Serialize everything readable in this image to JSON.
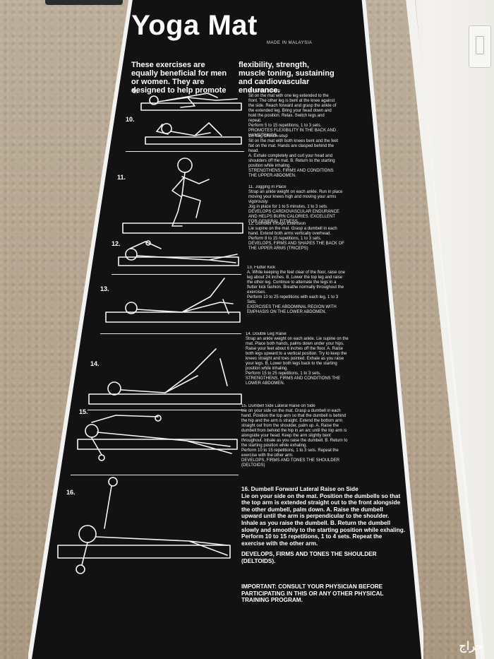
{
  "mat": {
    "title": "Yoga Mat",
    "made_in": "MADE IN MALAYSIA",
    "intro": "These exercises are equally beneficial for men or women. They are designed to help promote flexibility, strength, muscle toning, sustaining and cardiovascular endurance."
  },
  "exercises": [
    {
      "num": "9.",
      "heading": "9. Hurdle Stretch",
      "body": "Sit on the mat with one leg extended to the front. The other leg is bent at the knee against the side. Reach forward and grasp the ankle of the extended leg. Bring your head down and hold the position. Relax. Switch legs and repeat.",
      "reps": "Perform 5 to 15 repetitions, 1 to 3 sets.",
      "develops": "PROMOTES FLEXIBILITY IN THE BACK AND HAMSTRINGS."
    },
    {
      "num": "10.",
      "heading": "10. Leg Crunch-situp",
      "body": "Sit on the mat with both knees bent and the feet flat on the mat. Hands are clasped behind the head.",
      "reps": "A. Exhale completely and curl your head and shoulders off the mat. B. Return to the starting position while inhaling.",
      "develops": "STRENGTHENS, FIRMS AND CONDITIONS THE UPPER ABDOMEN."
    },
    {
      "num": "11.",
      "heading": "11. Jogging in Place",
      "body": "Strap an ankle weight on each ankle. Run in place moving your knees high and moving your arms vigorously.",
      "reps": "Jog in place for 1 to 5 minutes, 1 to 3 sets.",
      "develops": "DEVELOPS CARDIOVASCULAR ENDURANCE AND HELPS BURN CALORIES. EXCELLENT FOR GENERAL FITNESS."
    },
    {
      "num": "12.",
      "heading": "12. Dumbell Triceps Extension",
      "body": "Lie supine on the mat. Grasp a dumbell in each hand. Extend both arms vertically overhead.",
      "reps": "Perform 8 to 15 repetitions, 1 to 3 sets.",
      "develops": "DEVELOPS, FIRMS AND SHAPES THE BACK OF THE UPPER ARMS (TRICEPS)"
    },
    {
      "num": "13.",
      "heading": "13. Flutter Kick",
      "body": "A. While keeping the feet clear of the floor, raise one leg about 24 inches. B. Lower the top leg and raise the other leg. Continue to alternate the legs in a flutter kick fashion. Breathe normally throughout the exercises.",
      "reps": "Perform 10 to 25 repetitions with each leg, 1 to 3 Sets.",
      "develops": "EXERCISES THE ABDOMINAL REGION WITH EMPHASIS ON THE LOWER ABDOMEN."
    },
    {
      "num": "14.",
      "heading": "14. Double Leg Raise",
      "body": "Strap an ankle weight on each ankle. Lie supine on the mat. Place both hands, palms down under your hips. Raise your feet about 6 inches off the floor. A. Raise both legs upward to a vertical position. Try to keep the knees straight and toes pointed. Exhale as you raise your legs. B. Lower both legs back to the starting position while inhaling.",
      "reps": "Perform 15 to 25 repetitions, 1 to 3 sets.",
      "develops": "STRENGTHENS, FIRMS AND CONDITIONS THE LOWER ABDOMEN."
    },
    {
      "num": "15.",
      "heading": "15. Dumbell Side Lateral Raise on Side",
      "body": "Lie on your side on the mat. Grasp a dumbell in each hand. Position the top arm so that the dumbell is behind the hip and the arm is straight. Extend the bottom arm straight out from the shoulder, palm up. A. Raise the dumbell from behind the hip in an arc until the top arm is alongside your head. Keep the arm slightly bent throughout. Inhale as you raise the dumbell. B. Return to the starting position while exhaling.",
      "reps": "Perform 10 to 15 repetitions, 1 to 3 sets. Repeat the exercise with the other arm.",
      "develops": "DEVELOPS, FIRMS AND TONES THE SHOULDER (DELTOIDS)"
    },
    {
      "num": "16.",
      "heading": "16. Dumbell Forward Lateral Raise on Side",
      "body": "Lie on your side on the mat. Position the dumbells so that the top arm is extended straight out to the front alongside the other dumbell, palm down. A. Raise the dumbell upward until the arm is perpendicular to the shoulder. Inhale as you raise the dumbell. B. Return the dumbell slowly and smoothly to the starting position while exhaling.",
      "reps": "Perform 10 to 15 repetitions, 1 to 4 sets. Repeat the exercise with the other arm.",
      "develops": "DEVELOPS, FIRMS AND TONES THE SHOULDER (DELTOIDS)."
    }
  ],
  "important": "IMPORTANT: CONSULT YOUR PHYSICIAN BEFORE PARTICIPATING IN THIS OR ANY OTHER PHYSICAL TRAINING PROGRAM.",
  "watermark": "حراج",
  "colors": {
    "mat": "#121212",
    "print": "#ffffff",
    "carpet": "#b9a994",
    "wall": "#efede8"
  }
}
